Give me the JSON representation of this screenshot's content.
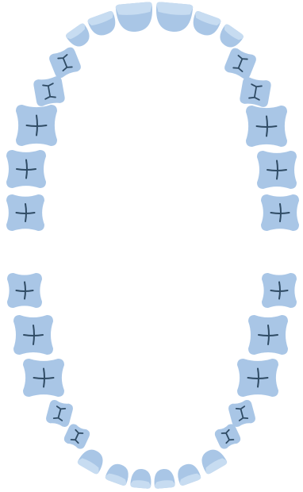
{
  "diagram": {
    "colors": {
      "tooth_fill": "#a9c6e6",
      "tooth_fill_light": "#c7dcf1",
      "groove": "#2f4b64",
      "background": "#ffffff"
    },
    "upper_arch": {
      "teeth": [
        {
          "id": "upper-right-third-molar",
          "type": "molar"
        },
        {
          "id": "upper-right-second-molar",
          "type": "molar"
        },
        {
          "id": "upper-right-first-molar",
          "type": "molar"
        },
        {
          "id": "upper-right-second-premolar",
          "type": "premolar"
        },
        {
          "id": "upper-right-first-premolar",
          "type": "premolar"
        },
        {
          "id": "upper-right-canine",
          "type": "canine"
        },
        {
          "id": "upper-right-lateral-incisor",
          "type": "incisor"
        },
        {
          "id": "upper-right-central-incisor",
          "type": "incisor"
        },
        {
          "id": "upper-left-central-incisor",
          "type": "incisor"
        },
        {
          "id": "upper-left-lateral-incisor",
          "type": "incisor"
        },
        {
          "id": "upper-left-canine",
          "type": "canine"
        },
        {
          "id": "upper-left-first-premolar",
          "type": "premolar"
        },
        {
          "id": "upper-left-second-premolar",
          "type": "premolar"
        },
        {
          "id": "upper-left-first-molar",
          "type": "molar"
        },
        {
          "id": "upper-left-second-molar",
          "type": "molar"
        },
        {
          "id": "upper-left-third-molar",
          "type": "molar"
        }
      ]
    },
    "lower_arch": {
      "teeth": [
        {
          "id": "lower-right-third-molar",
          "type": "molar"
        },
        {
          "id": "lower-right-second-molar",
          "type": "molar"
        },
        {
          "id": "lower-right-first-molar",
          "type": "molar"
        },
        {
          "id": "lower-right-second-premolar",
          "type": "premolar"
        },
        {
          "id": "lower-right-first-premolar",
          "type": "premolar"
        },
        {
          "id": "lower-right-canine",
          "type": "canine"
        },
        {
          "id": "lower-right-lateral-incisor",
          "type": "incisor"
        },
        {
          "id": "lower-right-central-incisor",
          "type": "incisor"
        },
        {
          "id": "lower-left-central-incisor",
          "type": "incisor"
        },
        {
          "id": "lower-left-lateral-incisor",
          "type": "incisor"
        },
        {
          "id": "lower-left-canine",
          "type": "canine"
        },
        {
          "id": "lower-left-first-premolar",
          "type": "premolar"
        },
        {
          "id": "lower-left-second-premolar",
          "type": "premolar"
        },
        {
          "id": "lower-left-first-molar",
          "type": "molar"
        },
        {
          "id": "lower-left-second-molar",
          "type": "molar"
        },
        {
          "id": "lower-left-third-molar",
          "type": "molar"
        }
      ]
    }
  }
}
